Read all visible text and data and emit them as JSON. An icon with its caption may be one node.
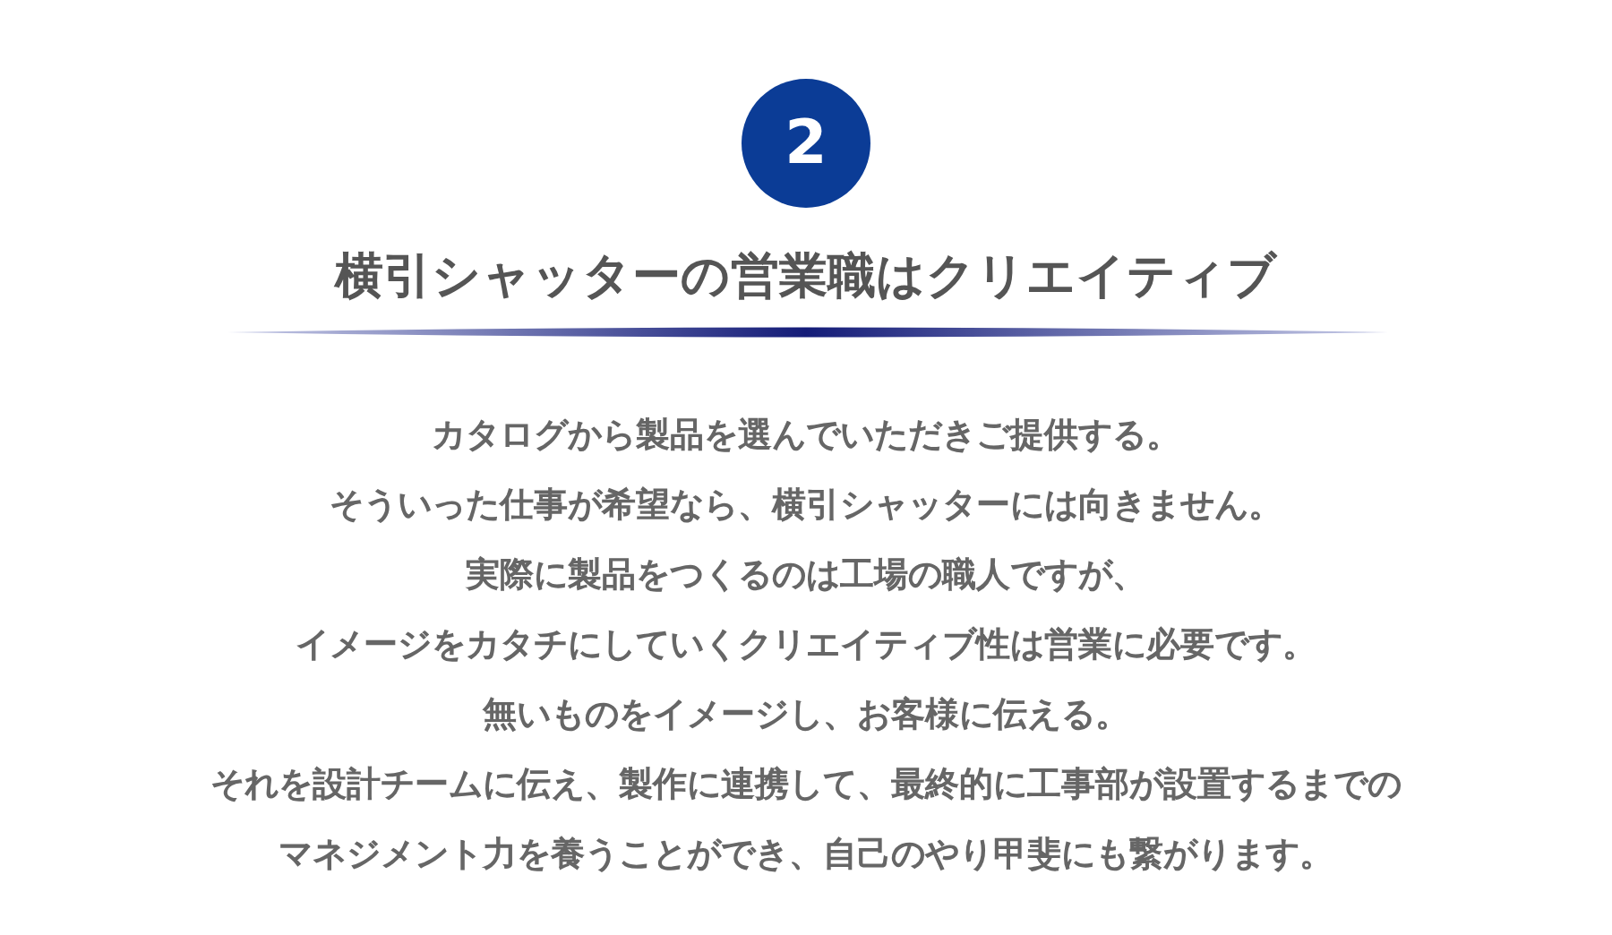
{
  "diagram": {
    "title": "横引シャッターの営業職はクリエイティブ",
    "nodes": [
      {
        "text": [
          "2"
        ]
      }
    ],
    "labels": [
      "カタログから製品を選んでいただきご提供する。",
      "そういった仕事が希望なら、横引シャッターには向きません。",
      "実際に製品をつくるのは工場の職人ですが、",
      "イメージをカタチにしていくクリエイティブ性は営業に必要です。",
      "無いものをイメージし、お客様に伝える。",
      "それを設計チームに伝え、製作に連携して、最終的に工事部が設置するまでの",
      "マネジメント力を養うことができ、自己のやり甲斐にも繋がります。"
    ]
  }
}
